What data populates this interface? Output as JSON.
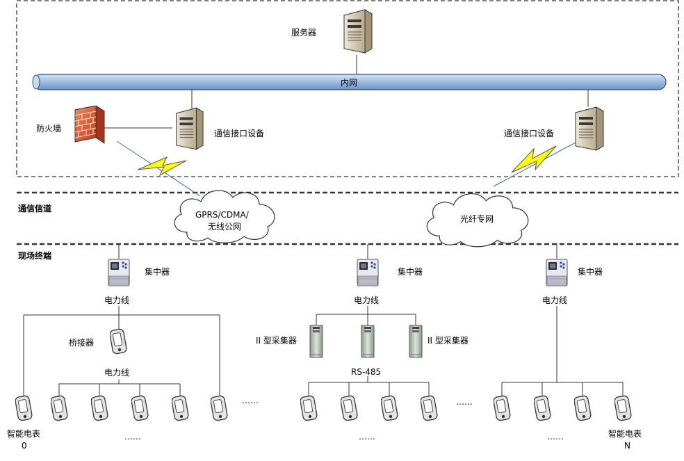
{
  "zones": {
    "intranet_label": "内网",
    "channel_label": "通信信道",
    "field_label": "现场终端"
  },
  "center": {
    "server": "服务器",
    "firewall": "防火墙",
    "comm_device_left": "通信接口设备",
    "comm_device_right": "通信接口设备"
  },
  "clouds": {
    "left_line1": "GPRS/CDMA/",
    "left_line2": "无线公网",
    "right": "光纤专网"
  },
  "branches": {
    "concentrator": "集中器",
    "powerline": "电力线",
    "bridge": "桥接器",
    "collector": "II 型采集器",
    "rs485": "RS-485",
    "meter_first": "智能电表",
    "meter_first_index": "0",
    "meter_last": "智能电表",
    "meter_last_index": "N",
    "ellipsis": "……"
  },
  "icons": {
    "server": "server-tower-icon",
    "firewall": "brick-wall-icon",
    "cloud": "cloud-icon",
    "lightning": "lightning-bolt-icon",
    "concentrator": "concentrator-device-icon",
    "collector": "collector-device-icon",
    "meter": "smart-meter-icon"
  },
  "colors": {
    "pipe": "#9dbbe0",
    "lightning": "#ffff00",
    "firewall": "#e4542c"
  }
}
